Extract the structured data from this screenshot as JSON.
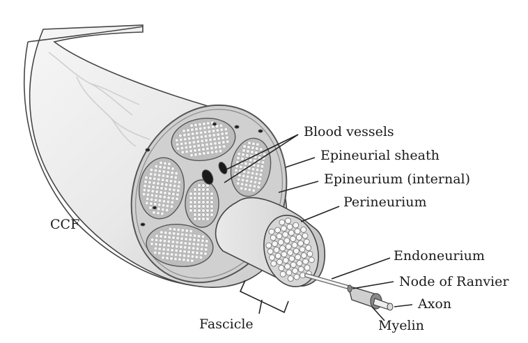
{
  "labels": {
    "blood_vessels": "Blood vessels",
    "epineurial_sheath": "Epineurial sheath",
    "epineurium_internal": "Epineurium (internal)",
    "perineurium": "Perineurium",
    "ccf": "CCF",
    "endoneurium": "Endoneurium",
    "node_of_ranvier": "Node of Ranvier",
    "axon": "Axon",
    "myelin": "Myelin",
    "fascicle": "Fascicle"
  },
  "colors": {
    "nerve_outer": "#eeeeee",
    "nerve_shade": "#d2d2d2",
    "cut_face": "#cfcfcf",
    "fascicle_fill": "#b9b9b9",
    "fiber": "#f4f4f4",
    "outline": "#444444",
    "leader_line": "#222222",
    "label_text": "#1a1a1a"
  }
}
